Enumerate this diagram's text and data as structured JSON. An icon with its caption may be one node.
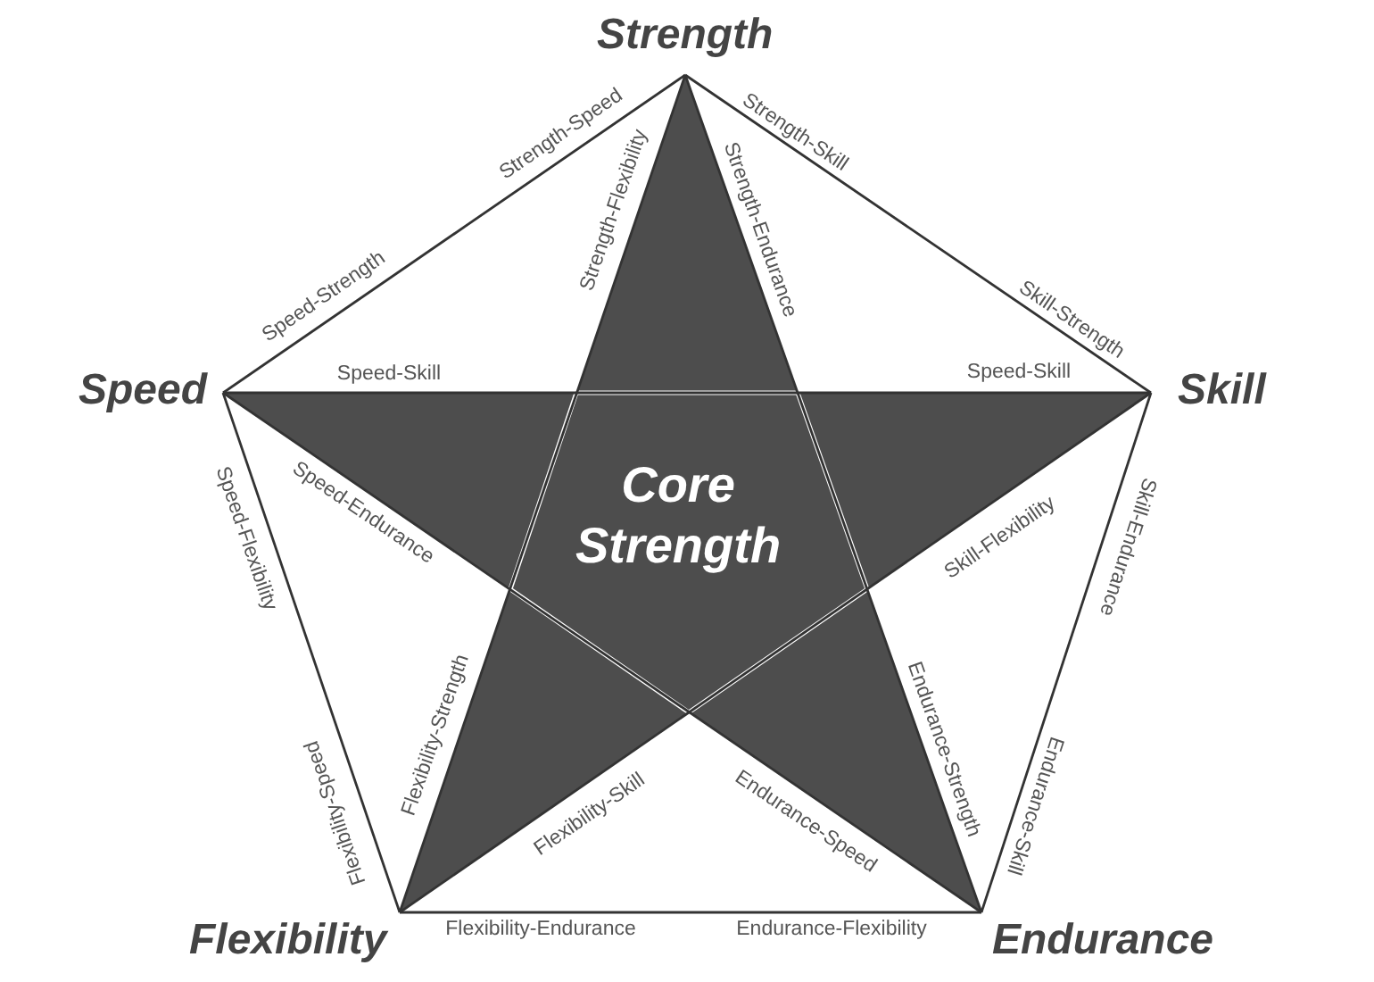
{
  "diagram": {
    "nodes": [
      {
        "text": [
          "Strength"
        ]
      },
      {
        "text": [
          "Speed"
        ]
      },
      {
        "text": [
          "Skill"
        ]
      },
      {
        "text": [
          "Core Strength"
        ]
      },
      {
        "text": [
          "Flexibility"
        ]
      },
      {
        "text": [
          "Endurance"
        ]
      }
    ],
    "edges": [
      {
        "from": 0,
        "to": 2,
        "arrow": "none"
      },
      {
        "from": 2,
        "to": 5,
        "arrow": "none"
      },
      {
        "from": 5,
        "to": 4,
        "arrow": "none"
      },
      {
        "from": 4,
        "to": 1,
        "arrow": "none"
      },
      {
        "from": 1,
        "to": 0,
        "arrow": "none"
      },
      {
        "from": 0,
        "to": 5,
        "arrow": "none"
      },
      {
        "from": 0,
        "to": 4,
        "arrow": "none"
      },
      {
        "from": 1,
        "to": 2,
        "arrow": "none"
      },
      {
        "from": 1,
        "to": 5,
        "arrow": "none"
      },
      {
        "from": 2,
        "to": 4,
        "arrow": "none"
      }
    ],
    "labels": [
      "Strength-Speed",
      "Strength-Skill",
      "Strength-Flexibility",
      "Strength-Endurance",
      "Speed-Strength",
      "Skill-Strength",
      "Speed-Skill",
      "Speed-Skill",
      "Speed-Flexibility",
      "Speed-Endurance",
      "Skill-Flexibility",
      "Skill-Endurance",
      "Flexibility-Speed",
      "Flexibility-Strength",
      "Flexibility-Skill",
      "Endurance-Speed",
      "Endurance-Strength",
      "Endurance-Skill",
      "Flexibility-Endurance",
      "Endurance-Flexibility"
    ]
  }
}
